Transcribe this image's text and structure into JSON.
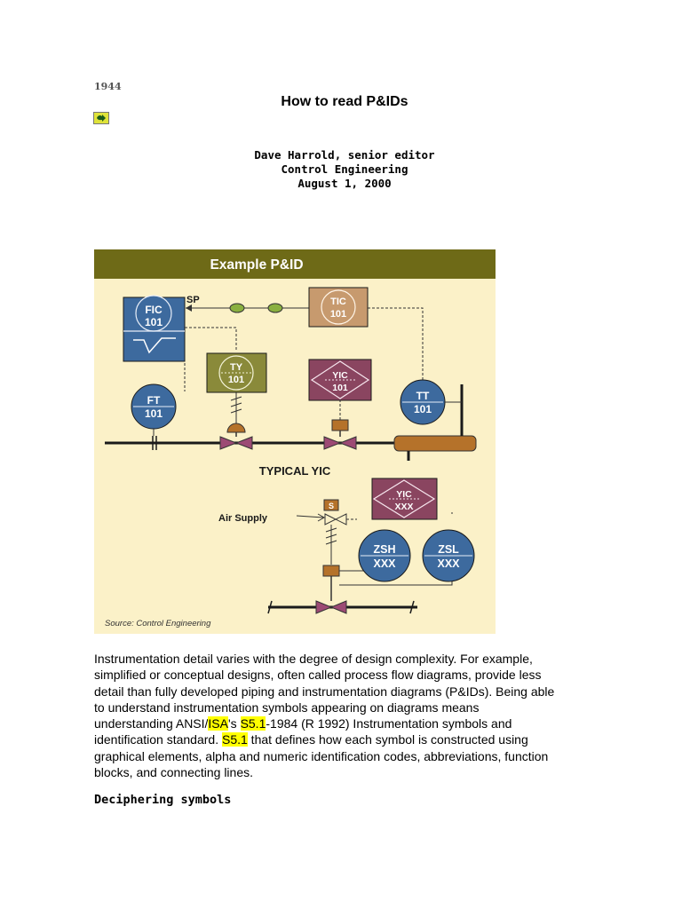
{
  "page": {
    "number": "1944"
  },
  "article": {
    "title": "How to read P&IDs",
    "author": "Dave Harrold, senior editor",
    "publication": "Control Engineering",
    "date": "August 1, 2000"
  },
  "icons": {
    "doc_link": "document-arrow-icon"
  },
  "figure": {
    "title": "Example P&ID",
    "section_label": "TYPICAL YIC",
    "air_supply_label": "Air Supply",
    "sp_label": "SP",
    "solenoid_label": "S",
    "source": "Source: Control Engineering",
    "instruments": {
      "fic": {
        "tag": "FIC",
        "num": "101"
      },
      "tic": {
        "tag": "TIC",
        "num": "101"
      },
      "ty": {
        "tag": "TY",
        "num": "101"
      },
      "yic_top": {
        "tag": "YIC",
        "num": "101"
      },
      "ft": {
        "tag": "FT",
        "num": "101"
      },
      "tt": {
        "tag": "TT",
        "num": "101"
      },
      "yic_bottom": {
        "tag": "YIC",
        "num": "XXX"
      },
      "zsh": {
        "tag": "ZSH",
        "num": "XXX"
      },
      "zsl": {
        "tag": "ZSL",
        "num": "XXX"
      }
    },
    "colors": {
      "title_bar": "#6e6a17",
      "background": "#fbf1c8",
      "blue_instrument": "#3d6a9e",
      "tan_instrument": "#c79a6e",
      "olive_instrument": "#8a8a3a",
      "magenta_instrument": "#8a4560",
      "vessel": "#b5722a"
    }
  },
  "body": {
    "lines": [
      {
        "before": "Instrumentation detail varies with the degree of design complexity. For example,"
      },
      {
        "before": "simplified or conceptual designs, often called process flow diagrams, provide less"
      },
      {
        "before": "detail than fully developed piping and instrumentation diagrams (P&IDs). Being able"
      },
      {
        "before": "to understand instrumentation symbols appearing on diagrams means"
      },
      {
        "before": "understanding ANSI/",
        "hl1": "ISA",
        "mid": "'s ",
        "hl2": "S5.1",
        "after": "-1984 (R 1992) Instrumentation symbols and"
      },
      {
        "before": "identification standard. ",
        "hl1": "S5.1",
        "after": " that defines how each symbol is constructed using"
      },
      {
        "before": "graphical elements, alpha and numeric identification codes, abbreviations, function"
      },
      {
        "before": "blocks, and connecting lines."
      }
    ]
  },
  "section": {
    "heading": "Deciphering symbols"
  }
}
